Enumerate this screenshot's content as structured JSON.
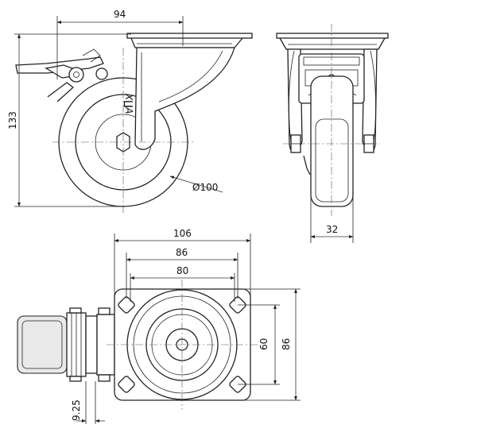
{
  "dimensions": {
    "overall_width_side": "94",
    "overall_height": "133",
    "wheel_diameter": "Ø100",
    "wheel_width": "32",
    "plate_width": "106",
    "hole_spacing_x": "86",
    "hole_spacing_x_inner": "80",
    "hole_spacing_y_inner": "60",
    "hole_spacing_y": "86",
    "bolt_hole_diameter": "9.25"
  },
  "brand_mark": "X∐A"
}
